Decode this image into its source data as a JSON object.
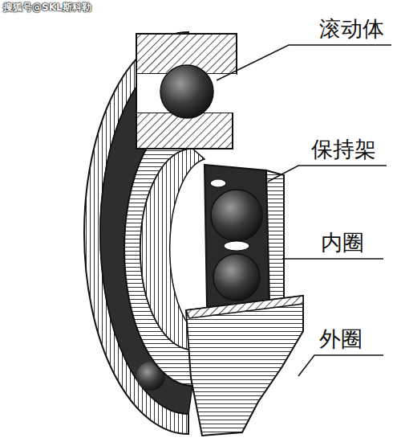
{
  "diagram": {
    "labels": [
      "搜狐号@SKL斯科勒",
      "滚动体",
      "保持架",
      "内圈",
      "外圈"
    ]
  }
}
